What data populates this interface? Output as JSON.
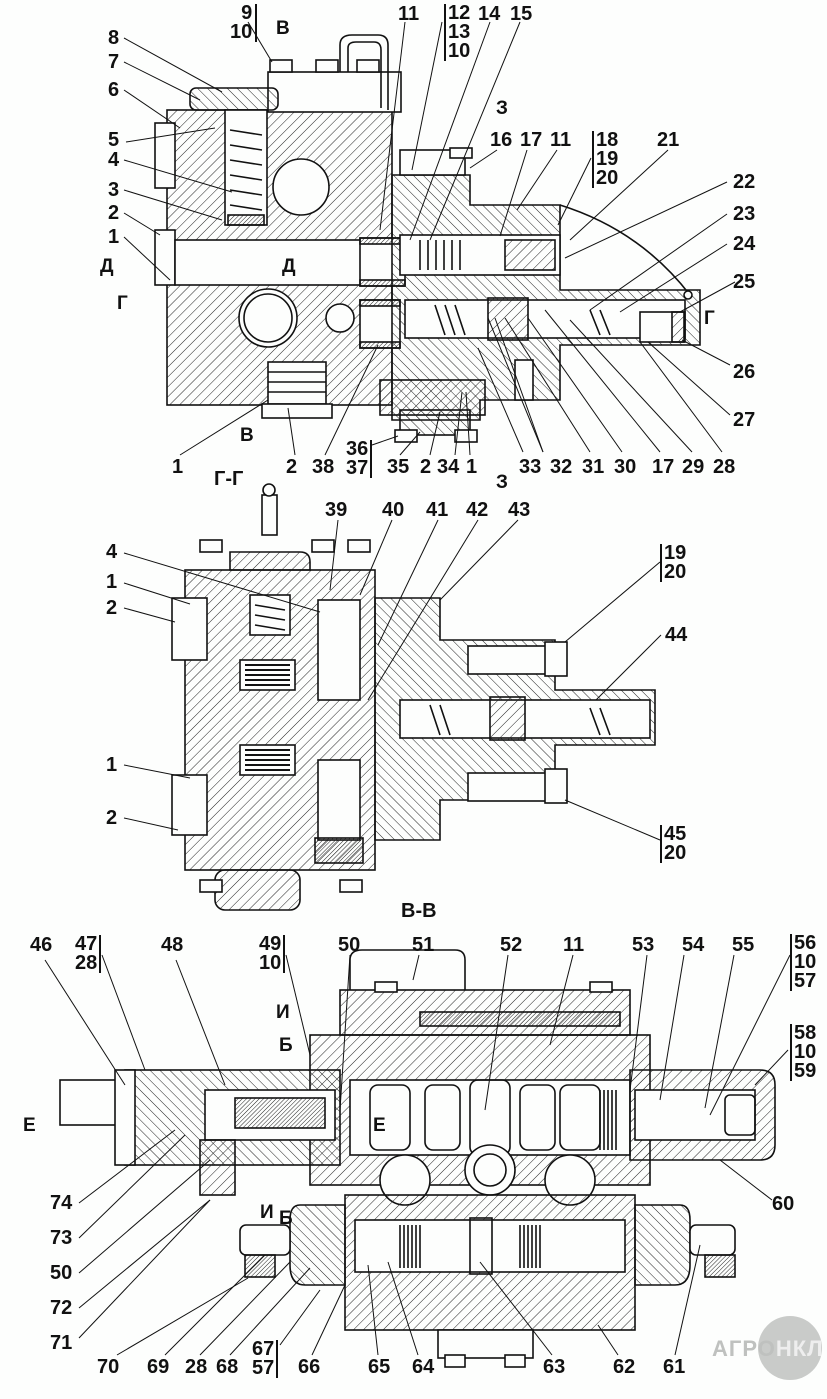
{
  "drawing": {
    "subject": "Hydraulic distributor assembly — sectional views",
    "views": [
      {
        "id": "main",
        "label": ""
      },
      {
        "id": "section-g",
        "label": "Г-Г"
      },
      {
        "id": "section-v",
        "label": "В-В"
      }
    ],
    "logo": {
      "left": "АГРО",
      "right": "НКЛ"
    }
  },
  "callouts": {
    "main": {
      "l8": "8",
      "l7": "7",
      "l6": "6",
      "l5": "5",
      "l4": "4",
      "l3": "3",
      "l2": "2",
      "l1": "1",
      "s9_10": [
        "9",
        "10"
      ],
      "l11a": "11",
      "s12": [
        "12",
        "13",
        "10"
      ],
      "l14": "14",
      "l15": "15",
      "l16": "16",
      "l17a": "17",
      "l11b": "11",
      "s18": [
        "18",
        "19",
        "20"
      ],
      "l21": "21",
      "l22": "22",
      "l23": "23",
      "l24": "24",
      "l25": "25",
      "l26": "26",
      "l27": "27",
      "b1": "1",
      "b2": "2",
      "b38": "38",
      "s36": [
        "36",
        "37"
      ],
      "b35": "35",
      "b2b": "2",
      "b34": "34",
      "b1b": "1",
      "b33": "33",
      "b32": "32",
      "b31": "31",
      "b30": "30",
      "b17": "17",
      "b29": "29",
      "b28": "28"
    },
    "section_g": {
      "l39": "39",
      "l40": "40",
      "l41": "41",
      "l42": "42",
      "l43": "43",
      "l4": "4",
      "l1a": "1",
      "l2a": "2",
      "l1b": "1",
      "l2b": "2",
      "s19": [
        "19",
        "20"
      ],
      "l44": "44",
      "s45": [
        "45",
        "20"
      ]
    },
    "section_v": {
      "t46": "46",
      "s47": [
        "47",
        "28"
      ],
      "t48": "48",
      "s49": [
        "49",
        "10"
      ],
      "t50": "50",
      "t51": "51",
      "t52": "52",
      "t11": "11",
      "t53": "53",
      "t54": "54",
      "t55": "55",
      "s56": [
        "56",
        "10",
        "57"
      ],
      "s58": [
        "58",
        "10",
        "59"
      ],
      "r60": "60",
      "l74": "74",
      "l73": "73",
      "l50": "50",
      "l72": "72",
      "l71": "71",
      "b70": "70",
      "b69": "69",
      "b28": "28",
      "b68": "68",
      "s67": [
        "67",
        "57"
      ],
      "b66": "66",
      "b65": "65",
      "b64": "64",
      "b63": "63",
      "b62": "62",
      "b61": "61"
    }
  },
  "section_markers": {
    "B_top": "В",
    "B_bottom": "В",
    "Z_top": "З",
    "Z_bottom": "З",
    "D_left": "Д",
    "D_mid": "Д",
    "G_left": "Г",
    "G_right": "Г",
    "I_top": "И",
    "B2_top": "Б",
    "I_bot": "И",
    "B2_bot": "Б",
    "E_left": "Е",
    "E_mid": "Е"
  }
}
